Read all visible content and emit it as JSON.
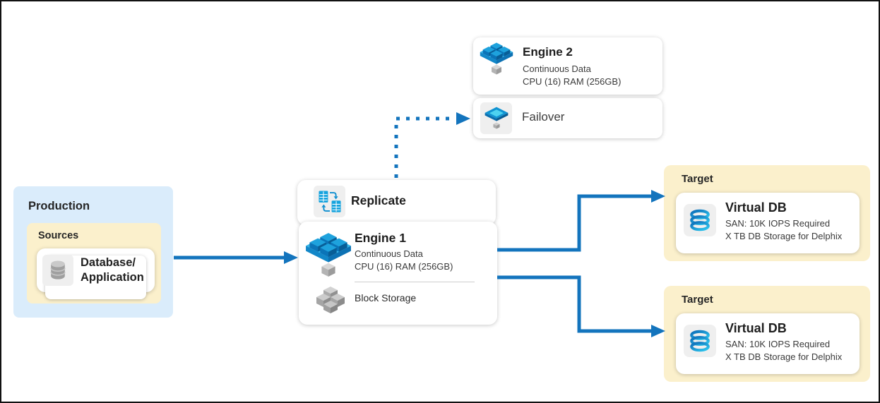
{
  "production": {
    "label": "Production",
    "sources": {
      "label": "Sources",
      "card": {
        "title_line1": "Database/",
        "title_line2": "Application"
      }
    }
  },
  "replicate": {
    "label": "Replicate"
  },
  "engine1": {
    "title": "Engine 1",
    "subtitle1": "Continuous Data",
    "subtitle2": "CPU (16) RAM (256GB)",
    "storage_label": "Block Storage"
  },
  "engine2": {
    "title": "Engine 2",
    "subtitle1": "Continuous Data",
    "subtitle2": "CPU (16) RAM (256GB)"
  },
  "failover": {
    "label": "Failover"
  },
  "targets": [
    {
      "label": "Target",
      "card": {
        "title": "Virtual DB",
        "spec1": "SAN: 10K IOPS Required",
        "spec2": "X TB DB Storage for Delphix"
      }
    },
    {
      "label": "Target",
      "card": {
        "title": "Virtual DB",
        "spec1": "SAN: 10K IOPS Required",
        "spec2": "X TB DB Storage for Delphix"
      }
    }
  ],
  "colors": {
    "accent_blue": "#1374bd",
    "production_fill": "#daecfb",
    "sources_fill": "#fbf0cc",
    "target_fill": "#fbf0cc",
    "icon_tile_fill": "#efefef",
    "engine_icon_blue": "#1ea2dd",
    "card_background": "#ffffff"
  }
}
